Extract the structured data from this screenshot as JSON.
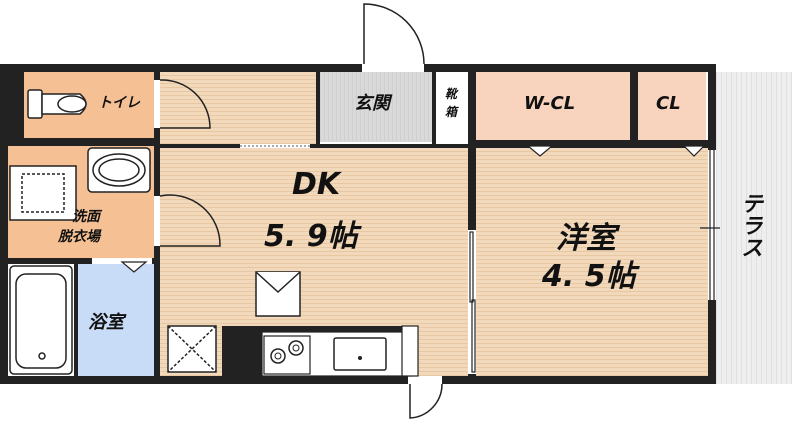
{
  "colors": {
    "wall": "#222222",
    "wood": "#f3d9bc",
    "wood_line": "#e8c7a3",
    "closet": "#f8d3be",
    "entrance": "#d9d9d9",
    "water": "#f5c194",
    "bath": "#c9dcf7",
    "terrace": "#eeeeee",
    "fixture_fill": "#ffffff"
  },
  "rooms": {
    "toilet": "トイレ",
    "entrance": "玄関",
    "shoe_box_1": "靴",
    "shoe_box_2": "箱",
    "wcl": "W-CL",
    "cl": "CL",
    "dk_name": "DK",
    "dk_size": "5. 9帖",
    "western_name": "洋室",
    "western_size": "4. 5帖",
    "washroom_1": "洗面",
    "washroom_2": "脱衣場",
    "bathroom": "浴室",
    "terrace": "テラス"
  }
}
